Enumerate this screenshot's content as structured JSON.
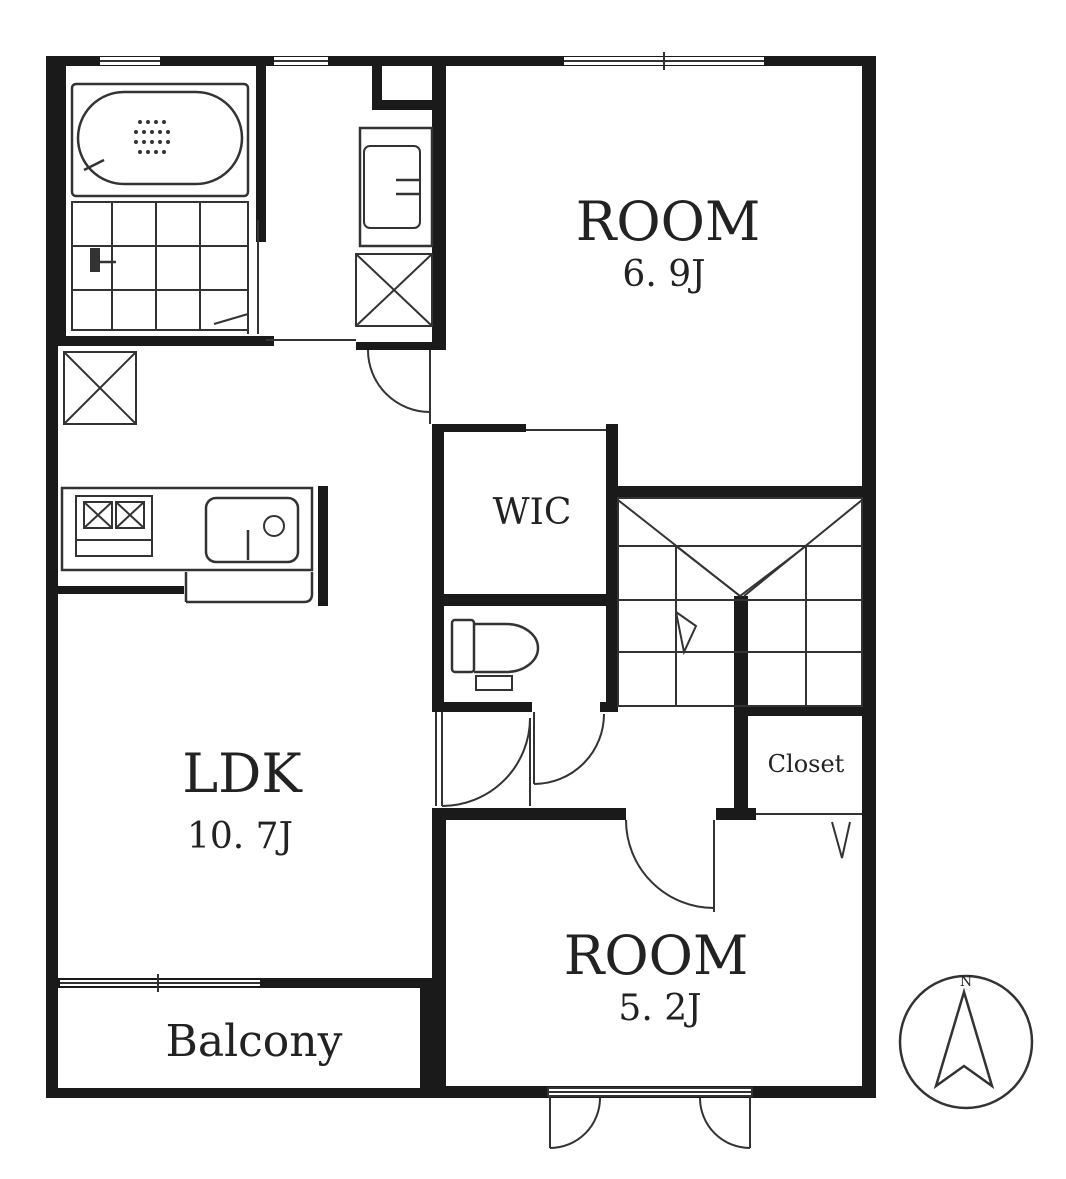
{
  "colors": {
    "wall": "#1a1a1a",
    "line": "#333333",
    "background": "#ffffff"
  },
  "rooms": {
    "room_north": {
      "name": "ROOM",
      "size": "6. 9J"
    },
    "room_south": {
      "name": "ROOM",
      "size": "5. 2J"
    },
    "ldk": {
      "name": "LDK",
      "size": "10. 7J"
    },
    "wic": {
      "name": "WIC"
    },
    "closet": {
      "name": "Closet"
    },
    "balcony": {
      "name": "Balcony"
    }
  },
  "compass": {
    "north_label": "N"
  }
}
